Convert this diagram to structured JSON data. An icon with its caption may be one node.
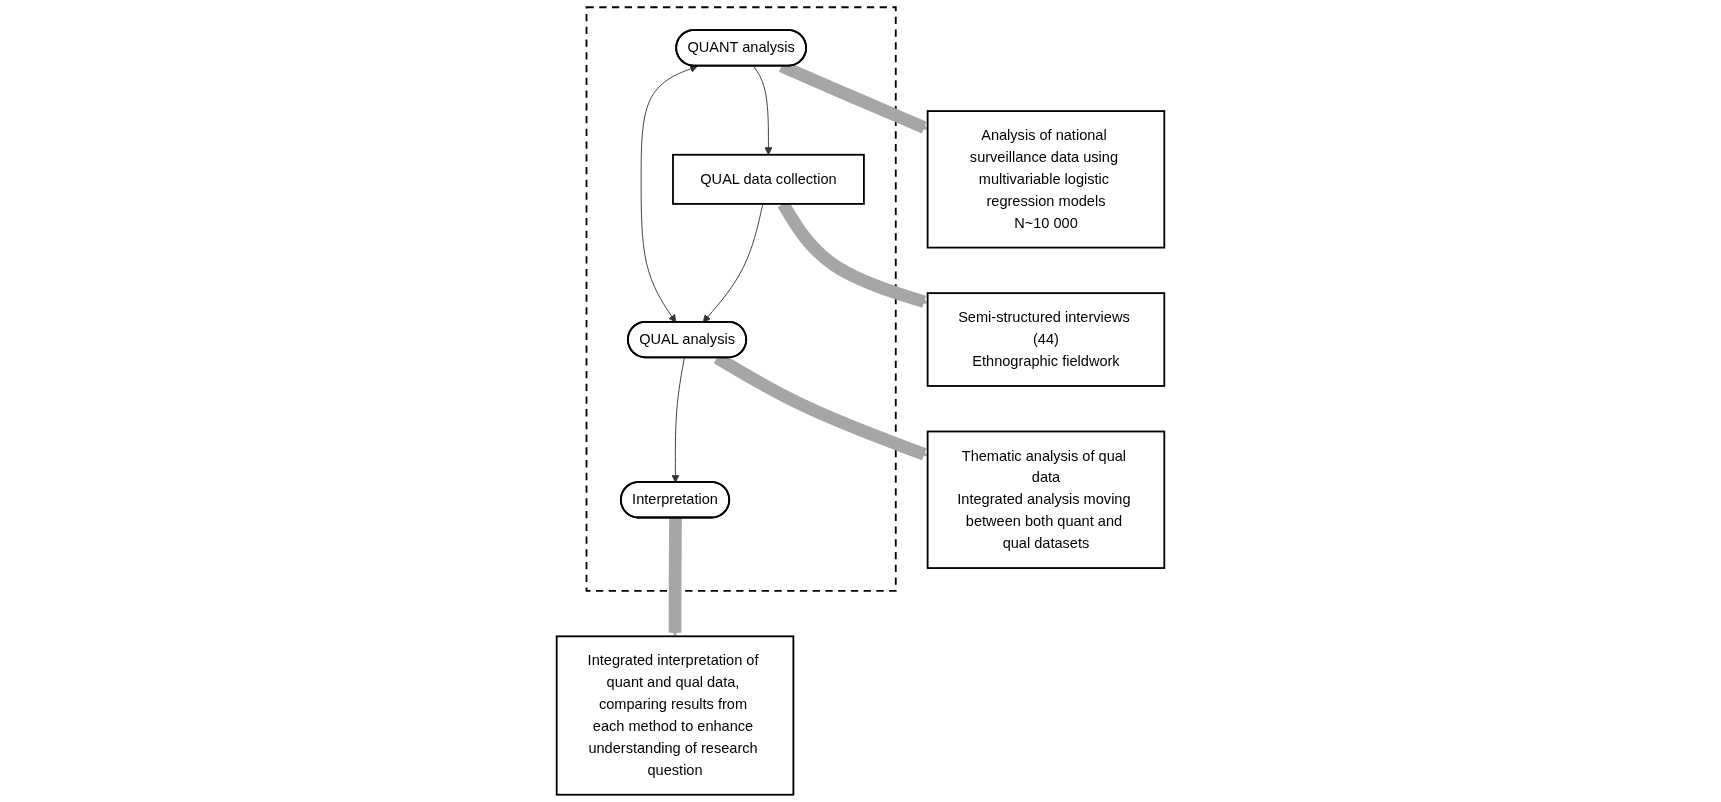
{
  "diagram": {
    "nodes": [
      {
        "text": [],
        "shape": "box"
      },
      {
        "text": [
          "QUANT analysis"
        ],
        "in": 0
      },
      {
        "text": [
          "QUAL data collection"
        ],
        "in": 0
      },
      {
        "text": [
          "QUAL analysis"
        ],
        "in": 0
      },
      {
        "text": [
          "Interpretation"
        ],
        "in": 0
      },
      {
        "text": [
          "Analysis of national surveillance data using multivariable logistic regression models",
          "N~10 000"
        ]
      },
      {
        "text": [
          "Semi-structured interviews (44)",
          "Ethnographic fieldwork"
        ]
      },
      {
        "text": [
          "Thematic analysis of qual data",
          "Integrated analysis moving between both quant and qual datasets"
        ]
      },
      {
        "text": [
          "Integrated interpretation of quant and qual data, comparing results from each method to enhance understanding of research question"
        ]
      }
    ],
    "edges": [
      {
        "from": 1,
        "to": 2,
        "arrow": "to"
      },
      {
        "from": 2,
        "to": 3,
        "arrow": "to"
      },
      {
        "from": 3,
        "to": 4,
        "arrow": "to"
      },
      {
        "from": 1,
        "to": 3,
        "arrow": "both"
      },
      {
        "from": 1,
        "to": 5,
        "arrow": "to",
        "style": "thick",
        "color": "#a6a6a6"
      },
      {
        "from": 2,
        "to": 6,
        "arrow": "to",
        "style": "thick",
        "color": "#a6a6a6"
      },
      {
        "from": 3,
        "to": 7,
        "arrow": "to",
        "style": "thick",
        "color": "#a6a6a6"
      },
      {
        "from": 4,
        "to": 8,
        "arrow": "to",
        "style": "thick",
        "color": "#a6a6a6"
      }
    ]
  }
}
